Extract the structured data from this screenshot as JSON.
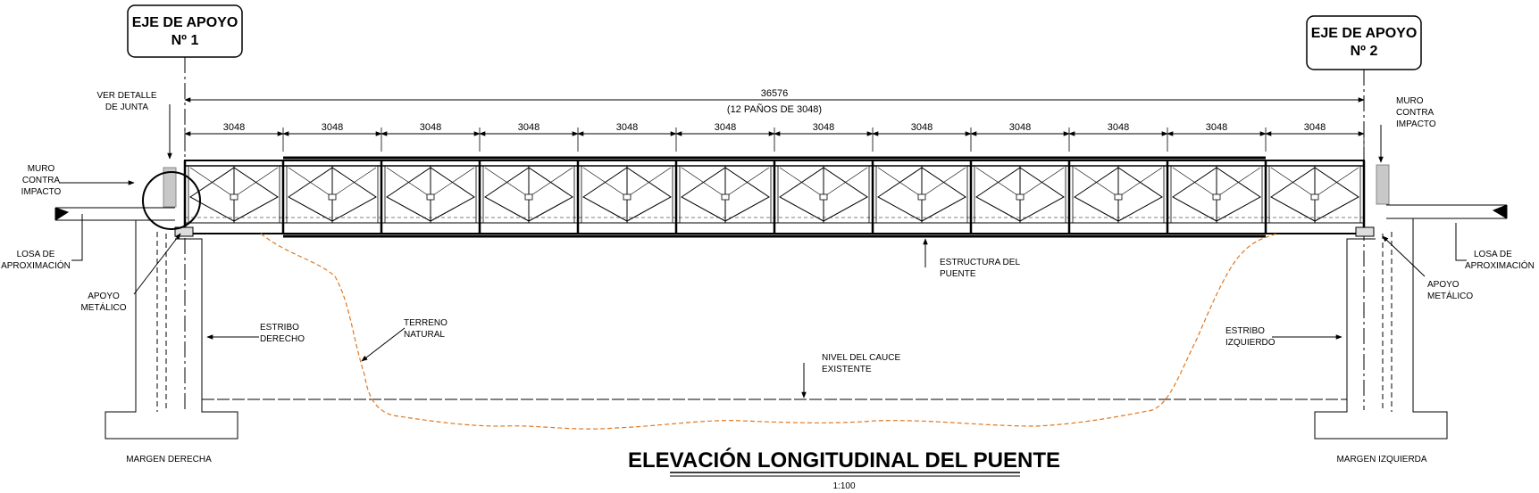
{
  "axes": {
    "left": {
      "line1": "EJE DE APOYO",
      "line2": "Nº 1"
    },
    "right": {
      "line1": "EJE DE APOYO",
      "line2": "Nº 2"
    }
  },
  "dimensions": {
    "total": "36576",
    "note": "(12 PAÑOS DE 3048)",
    "panel": "3048",
    "panel_count": 12
  },
  "labels": {
    "ver_detalle_1": "VER DETALLE",
    "ver_detalle_2": "DE JUNTA",
    "muro_left_1": "MURO",
    "muro_left_2": "CONTRA",
    "muro_left_3": "IMPACTO",
    "muro_right_1": "MURO",
    "muro_right_2": "CONTRA",
    "muro_right_3": "IMPACTO",
    "losa_left_1": "LOSA DE",
    "losa_left_2": "APROXIMACIÓN",
    "losa_right_1": "LOSA DE",
    "losa_right_2": "APROXIMACIÓN",
    "apoyo_left_1": "APOYO",
    "apoyo_left_2": "METÁLICO",
    "apoyo_right_1": "APOYO",
    "apoyo_right_2": "METÁLICO",
    "estribo_der_1": "ESTRIBO",
    "estribo_der_2": "DERECHO",
    "estribo_izq_1": "ESTRIBO",
    "estribo_izq_2": "IZQUIERDO",
    "terreno_1": "TERRENO",
    "terreno_2": "NATURAL",
    "estructura_1": "ESTRUCTURA DEL",
    "estructura_2": "PUENTE",
    "nivel_1": "NIVEL DEL CAUCE",
    "nivel_2": "EXISTENTE",
    "margen_der": "MARGEN DERECHA",
    "margen_izq": "MARGEN IZQUIERDA"
  },
  "title": "ELEVACIÓN LONGITUDINAL DEL PUENTE",
  "scale": "1:100",
  "colors": {
    "line": "#000000",
    "terrain": "#e07820",
    "wall": "#c8c8c8"
  }
}
